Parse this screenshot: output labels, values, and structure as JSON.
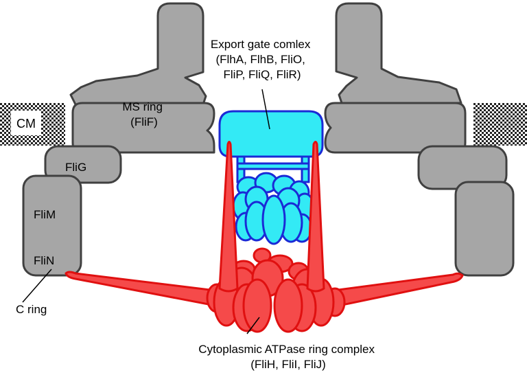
{
  "labels": {
    "cm": "CM",
    "ms_ring": [
      "MS ring",
      "(FliF)"
    ],
    "export_gate": [
      "Export gate comlex",
      "(FlhA, FlhB, FliO,",
      "FliP, FliQ, FliR)"
    ],
    "flig": "FliG",
    "flim": "FliM",
    "flin": "FliN",
    "c_ring": "C ring",
    "atpase": [
      "Cytoplasmic ATPase ring complex",
      "(FliH, FliI, FliJ)"
    ]
  },
  "colors": {
    "gray_fill": "#a6a6a6",
    "gray_stroke": "#404040",
    "cyan_fill": "#33eaf5",
    "blue_stroke": "#1a2ad6",
    "red_fill": "#f54a4a",
    "red_stroke": "#e01010"
  }
}
